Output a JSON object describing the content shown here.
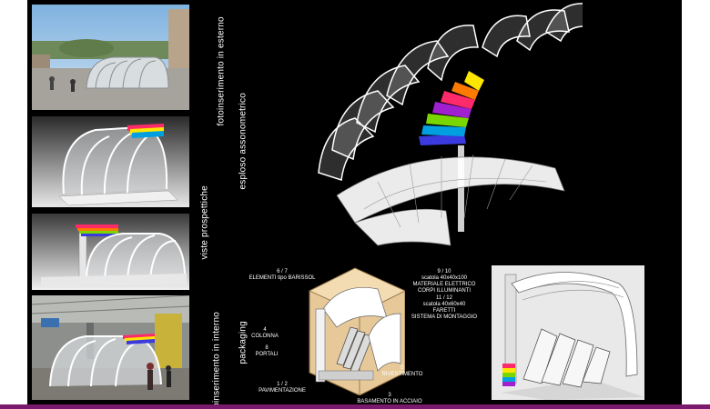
{
  "labels": {
    "photo_exterior": "fotoinserimento in esterno",
    "perspective": "viste prospettiche",
    "photo_interior": "fotoinserimento in interno",
    "exploded": "esploso assonometrico",
    "packaging": "packaging"
  },
  "packaging_parts": {
    "p1": "6 / 7\nELEMENTI tipo BARISSOL",
    "p2": "4\nCOLONNA",
    "p3": "8\nPORTALI",
    "p4": "1 / 2\nPAVIMENTAZIONE",
    "p5": "3\nBASAMENTO IN ACCIAIO",
    "p6": "5\nRIVESTIMENTO",
    "p7": "9 / 10\nscatola 40x40x100\nMATERIALE ELETTRICO\nCORPI ILLUMINANTI",
    "p8": "11 / 12\nscatola 40x60x40\nFARETTI\nSISTEMA DI MONTAGGIO"
  },
  "colors": {
    "background": "#000000",
    "accent_stripe": "#7a1a6e",
    "spectrum": [
      "#ff2a6a",
      "#ff7a00",
      "#ffe600",
      "#7ad600",
      "#00a0e0",
      "#3a3adf",
      "#a020d0"
    ]
  }
}
